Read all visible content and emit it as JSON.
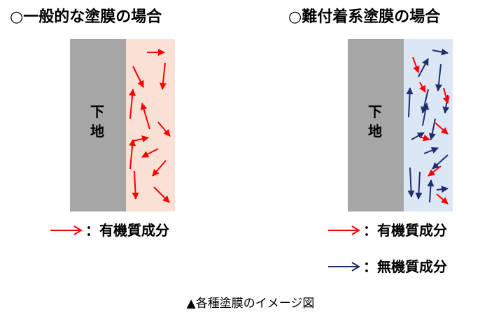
{
  "titles": {
    "left": "○一般的な塗膜の場合",
    "right": "○難付着系塗膜の場合"
  },
  "substrate_label": "下地",
  "colors": {
    "organic_arrow": "#ff0000",
    "inorganic_arrow": "#1f2d6e",
    "left_coating_fill": "#fbe0d6",
    "right_coating_fill": "#dce7f6",
    "substrate_fill": "#a6a6a6"
  },
  "legend": {
    "left": [
      {
        "label": "：有機質成分",
        "color": "#ff0000"
      }
    ],
    "right": [
      {
        "label": "：有機質成分",
        "color": "#ff0000"
      },
      {
        "label": "：無機質成分",
        "color": "#1f2d6e"
      }
    ]
  },
  "caption": "▲各種塗膜のイメージ図"
}
